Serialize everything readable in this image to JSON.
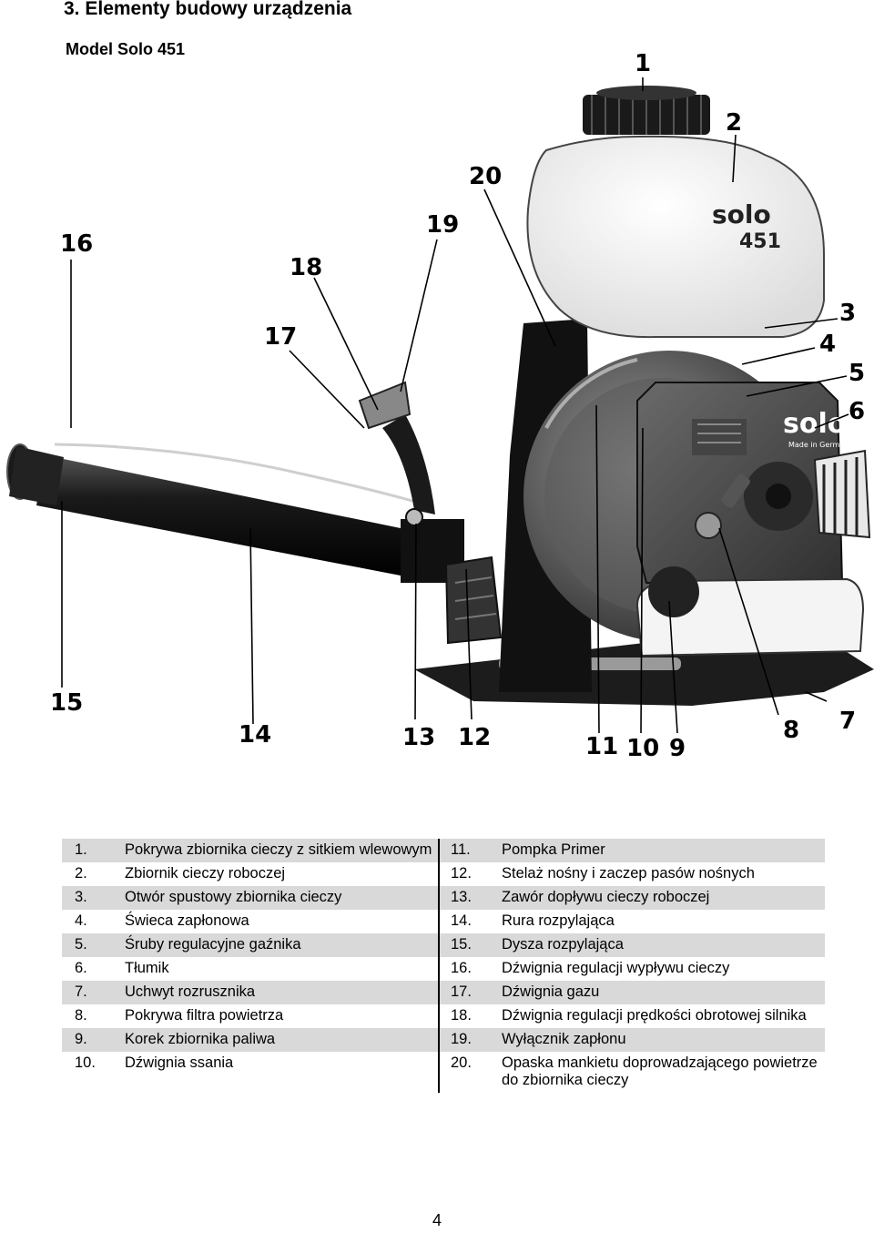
{
  "heading": "3. Elementy budowy urządzenia",
  "model": "Model Solo 451",
  "figure": {
    "brand": "solo",
    "model_code": "451",
    "brand_tagline": "Made in Germany",
    "callouts": [
      "1",
      "2",
      "3",
      "4",
      "5",
      "6",
      "7",
      "8",
      "9",
      "10",
      "11",
      "12",
      "13",
      "14",
      "15",
      "16",
      "17",
      "18",
      "19",
      "20"
    ]
  },
  "parts": [
    {
      "left_num": "1.",
      "left_label": "Pokrywa zbiornika cieczy z sitkiem wlewowym",
      "right_num": "11.",
      "right_label": "Pompka Primer"
    },
    {
      "left_num": "2.",
      "left_label": "Zbiornik cieczy roboczej",
      "right_num": "12.",
      "right_label": "Stelaż nośny i zaczep pasów nośnych"
    },
    {
      "left_num": "3.",
      "left_label": "Otwór spustowy zbiornika cieczy",
      "right_num": "13.",
      "right_label": "Zawór dopływu cieczy roboczej"
    },
    {
      "left_num": "4.",
      "left_label": "Świeca zapłonowa",
      "right_num": "14.",
      "right_label": "Rura rozpylająca"
    },
    {
      "left_num": "5.",
      "left_label": "Śruby regulacyjne gaźnika",
      "right_num": "15.",
      "right_label": "Dysza rozpylająca"
    },
    {
      "left_num": "6.",
      "left_label": "Tłumik",
      "right_num": "16.",
      "right_label": "Dźwignia regulacji wypływu cieczy"
    },
    {
      "left_num": "7.",
      "left_label": "Uchwyt rozrusznika",
      "right_num": "17.",
      "right_label": "Dźwignia gazu"
    },
    {
      "left_num": "8.",
      "left_label": "Pokrywa filtra powietrza",
      "right_num": "18.",
      "right_label": "Dźwignia regulacji prędkości obrotowej silnika"
    },
    {
      "left_num": "9.",
      "left_label": "Korek zbiornika paliwa",
      "right_num": "19.",
      "right_label": "Wyłącznik zapłonu"
    },
    {
      "left_num": "10.",
      "left_label": "Dźwignia ssania",
      "right_num": "20.",
      "right_label": "Opaska mankietu doprowadzającego powietrze do zbiornika cieczy"
    }
  ],
  "page_number": "4"
}
